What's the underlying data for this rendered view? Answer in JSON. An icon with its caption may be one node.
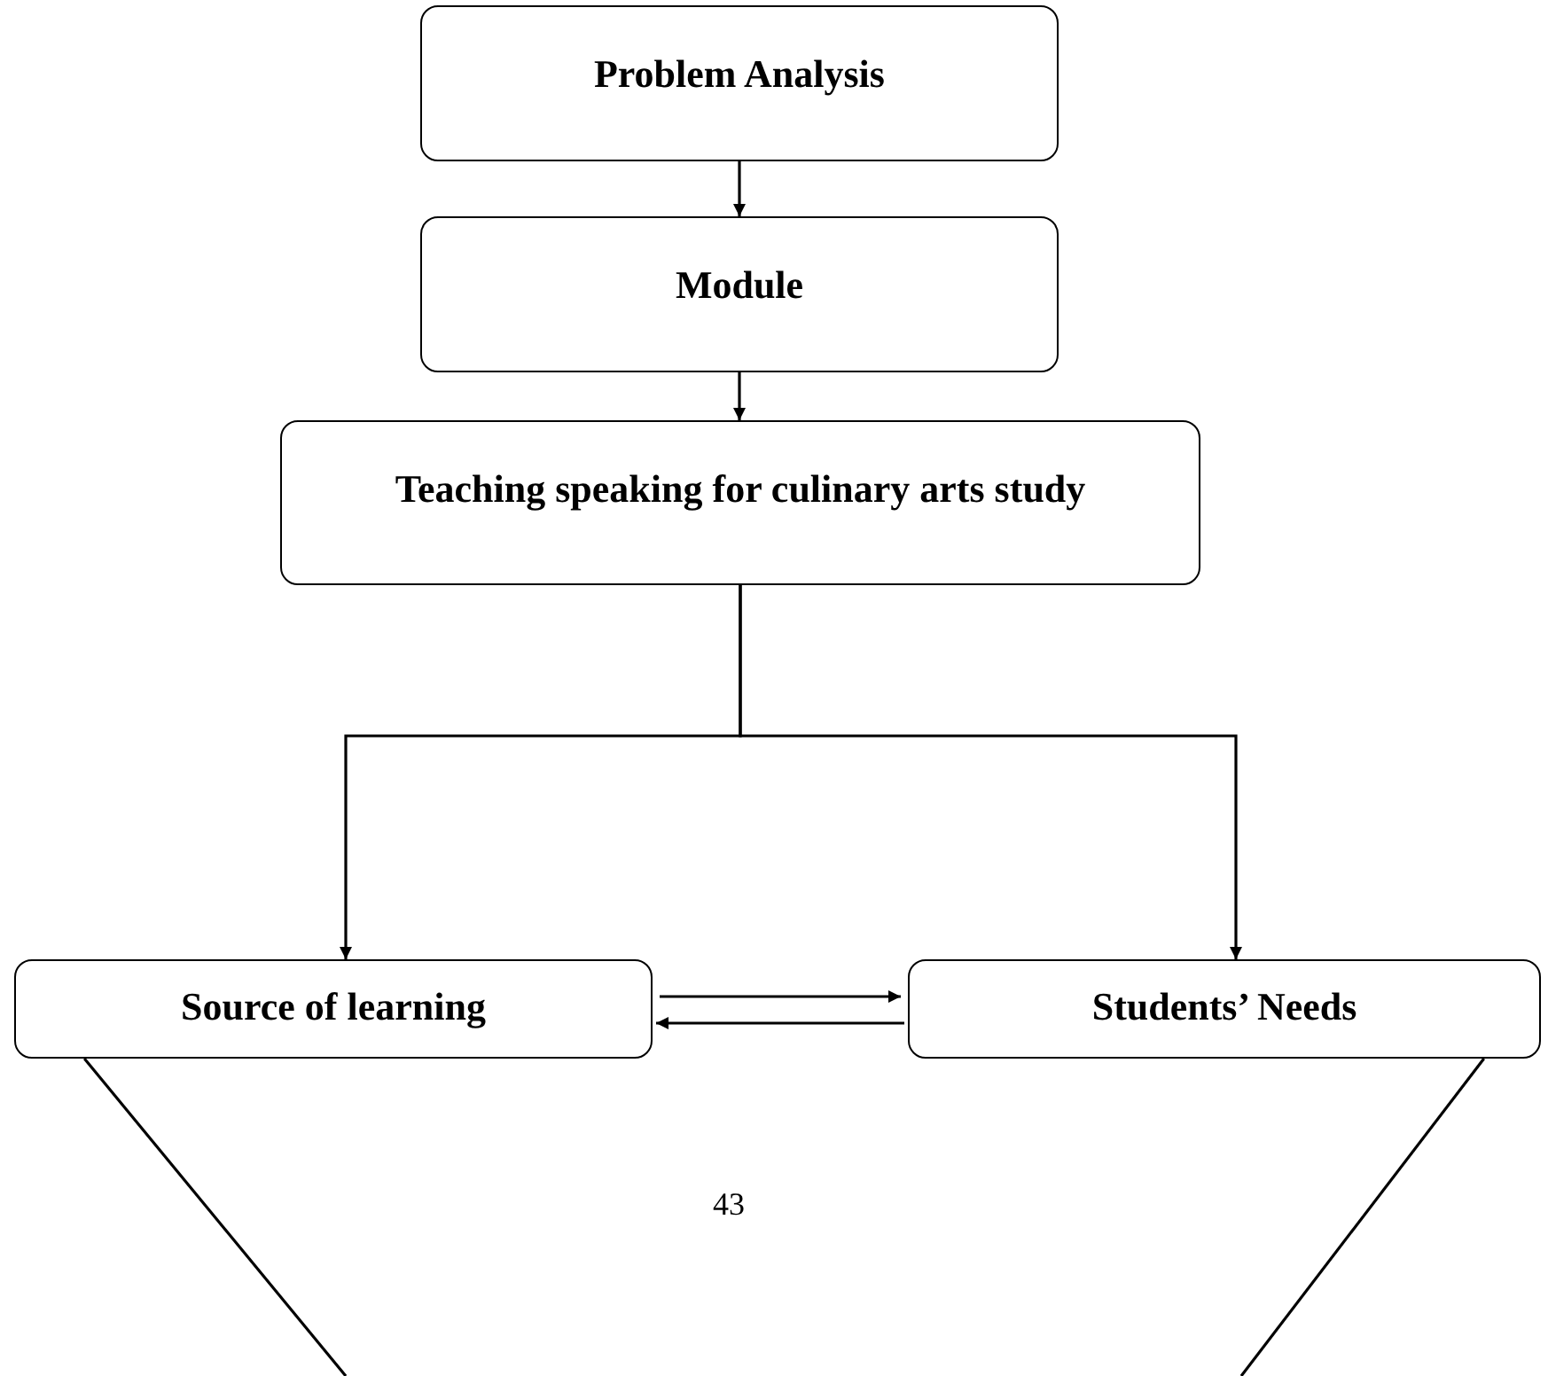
{
  "diagram": {
    "nodes": [
      {
        "text": [
          "Problem Analysis"
        ]
      },
      {
        "text": [
          "Module"
        ]
      },
      {
        "text": [
          "Teaching speaking for culinary arts study"
        ]
      },
      {
        "text": [
          "Source of learning"
        ]
      },
      {
        "text": [
          "Students’ Needs"
        ]
      }
    ],
    "edges": [
      {
        "from": 0,
        "to": 1,
        "arrow": "to"
      },
      {
        "from": 1,
        "to": 2,
        "arrow": "to"
      },
      {
        "from": 2,
        "to": 3,
        "arrow": "to"
      },
      {
        "from": 2,
        "to": 4,
        "arrow": "to"
      },
      {
        "from": 3,
        "to": 4,
        "arrow": "to"
      },
      {
        "from": 4,
        "to": 3,
        "arrow": "to"
      },
      {
        "from": 3,
        "to": null,
        "arrow": "none"
      },
      {
        "from": 4,
        "to": null,
        "arrow": "none"
      }
    ],
    "labels": [
      "43"
    ]
  }
}
